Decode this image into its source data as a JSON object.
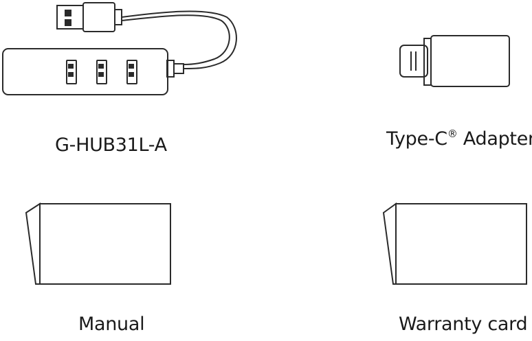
{
  "items": [
    {
      "id": "hub",
      "label": "G-HUB31L-A",
      "icon": "usb-hub-icon"
    },
    {
      "id": "adapter",
      "label_main": "Type-C",
      "label_mark": "®",
      "label_rest": " Adapter",
      "icon": "type-c-adapter-icon"
    },
    {
      "id": "manual",
      "label": "Manual",
      "icon": "manual-booklet-icon"
    },
    {
      "id": "warranty",
      "label": "Warranty card",
      "icon": "warranty-card-icon"
    }
  ],
  "colors": {
    "line": "#2a2a2a",
    "text": "#1a1a1a",
    "background": "#ffffff"
  }
}
